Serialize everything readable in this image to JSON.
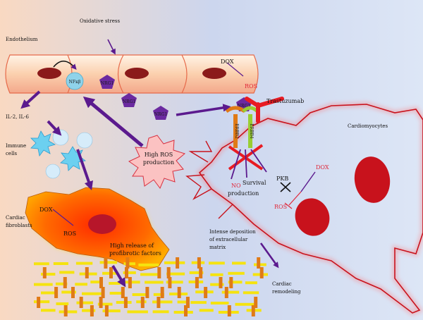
{
  "labels": {
    "oxidative_stress": "Oxidative stress",
    "endothelium": "Endothelium",
    "nfkb": "NFκβ",
    "nrg1": "NRG1",
    "dox": "DOX",
    "ros": "ROS",
    "trastuzumab": "Trastuzumab",
    "il": "IL-2, IL-6",
    "immune_1": "Immune",
    "immune_2": "cells",
    "high_ros_1": "High ROS",
    "high_ros_2": "production",
    "cardiomyocytes": "Cardiomyocytes",
    "erbb2": "ERBB2",
    "erbb4": "ERBB4",
    "no": "NO",
    "no_production": "production",
    "survival": "Survival",
    "pkb": "PKB",
    "cardiac_fibroblasts_1": "Cardiac",
    "cardiac_fibroblasts_2": "fibroblasts",
    "profibrotic_1": "High release of",
    "profibrotic_2": "profibrotic factors",
    "ecm_1": "Intense deposition",
    "ecm_2": "of extracellular",
    "ecm_3": "matrix",
    "remodeling_1": "Cardiac",
    "remodeling_2": "remodeling"
  },
  "colors": {
    "arrow": "#5b1a8e",
    "cell_red": "#c8121c",
    "nrg_purple": "#6b2aa0",
    "dox_red": "#e0283a",
    "collagen_yellow": "#f5e30f",
    "collagen_orange": "#e07a16"
  }
}
